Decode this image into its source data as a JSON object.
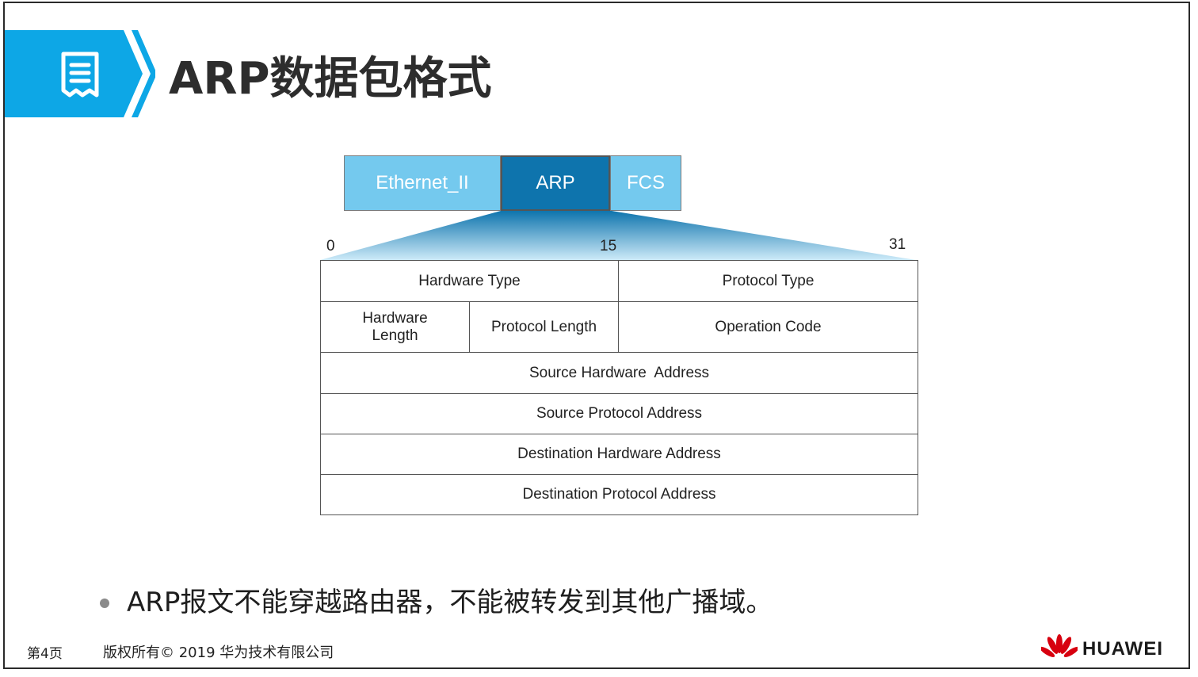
{
  "slide": {
    "title": "ARP数据包格式",
    "title_icon": "document-list-icon",
    "brand_color": "#0da7e6"
  },
  "frame": {
    "segments": [
      "Ethernet_II",
      "ARP",
      "FCS"
    ],
    "colors": {
      "light": "#74c9ee",
      "dark": "#0e74ad"
    }
  },
  "bits": {
    "start": "0",
    "middle": "15",
    "end": "31"
  },
  "arp_fields": {
    "hardware_type": "Hardware Type",
    "protocol_type": "Protocol Type",
    "hardware_length": "Hardware Length",
    "protocol_length": "Protocol Length",
    "operation_code": "Operation Code",
    "source_hardware_address": "Source Hardware  Address",
    "source_protocol_address": "Source Protocol Address",
    "destination_hardware_address": "Destination Hardware Address",
    "destination_protocol_address": "Destination Protocol Address"
  },
  "bullet": "ARP报文不能穿越路由器，不能被转发到其他广播域。",
  "footer": {
    "page": "第4页",
    "copyright": "版权所有© 2019 华为技术有限公司",
    "logo_text": "HUAWEI",
    "logo_icon": "huawei-petal-logo-icon"
  }
}
